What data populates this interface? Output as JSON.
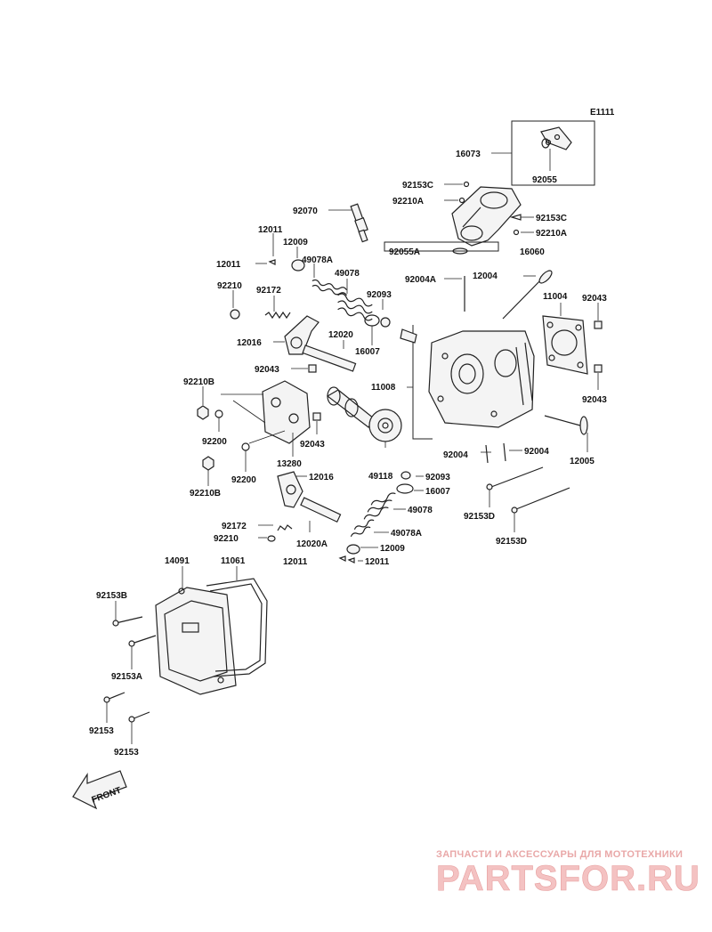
{
  "diagram_code": "E1111",
  "labels": {
    "l16073": "16073",
    "l92055": "92055",
    "l92153c_top": "92153C",
    "l92210a_top": "92210A",
    "l92070": "92070",
    "l92153c_right": "92153C",
    "l92210a_right": "92210A",
    "l92055a": "92055A",
    "l16060": "16060",
    "l12011_a": "12011",
    "l12009_a": "12009",
    "l49078a_a": "49078A",
    "l12011_b": "12011",
    "l49078_a": "49078",
    "l92210_a": "92210",
    "l92172_a": "92172",
    "l92004a": "92004A",
    "l12004": "12004",
    "l11004": "11004",
    "l92043_r1": "92043",
    "l92093_a": "92093",
    "l12016_a": "12016",
    "l12020": "12020",
    "l16007_a": "16007",
    "l92043_m": "92043",
    "l11008": "11008",
    "l92043_r2": "92043",
    "l92210b_a": "92210B",
    "l92200_a": "92200",
    "l92043_b": "92043",
    "l92004_a": "92004",
    "l92004_b": "92004",
    "l12005": "12005",
    "l13280": "13280",
    "l92200_b": "92200",
    "l49118": "49118",
    "l92093_b": "92093",
    "l92210b_b": "92210B",
    "l12016_b": "12016",
    "l16007_b": "16007",
    "l49078_b": "49078",
    "l92153d_a": "92153D",
    "l92172_b": "92172",
    "l92210_b": "92210",
    "l49078a_b": "49078A",
    "l12020a": "12020A",
    "l12009_b": "12009",
    "l92153d_b": "92153D",
    "l12011_c": "12011",
    "l12011_d": "12011",
    "l14091": "14091",
    "l11061": "11061",
    "l92153b": "92153B",
    "l92153a": "92153A",
    "l92153_a": "92153",
    "l92153_b": "92153"
  },
  "front_arrow": "FRONT",
  "watermark": {
    "line1": "ЗАПЧАСТИ И АКСЕССУАРЫ ДЛЯ МОТОТЕХНИКИ",
    "line2": "PARTSFOR.RU"
  },
  "colors": {
    "line": "#222222",
    "watermark_text": "#e9a8a8",
    "watermark_logo": "#f4c2c2"
  }
}
